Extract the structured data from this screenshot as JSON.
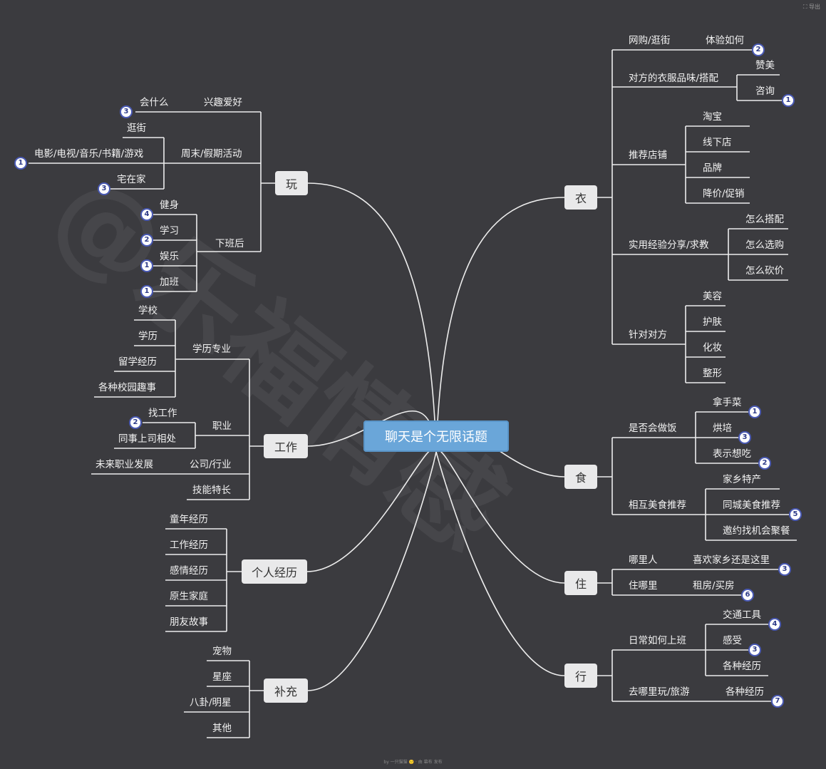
{
  "watermark": "@乐福情感",
  "corner_label": "导出",
  "footer_text": "by 一只猫猫 🙂  · 由 幕布 发布",
  "root": {
    "label": "聊天是个无限话题"
  },
  "branches": [
    {
      "label": "玩",
      "children": [
        {
          "label": "兴趣爱好",
          "children": [
            {
              "label": "会什么",
              "badge": "3"
            }
          ]
        },
        {
          "label": "周末/假期活动",
          "children": [
            {
              "label": "逛街"
            },
            {
              "label": "电影/电视/音乐/书籍/游戏",
              "badge": "1"
            },
            {
              "label": "宅在家",
              "badge": "3"
            }
          ]
        },
        {
          "label": "下班后",
          "children": [
            {
              "label": "健身",
              "badge": "4"
            },
            {
              "label": "学习",
              "badge": "2"
            },
            {
              "label": "娱乐",
              "badge": "1"
            },
            {
              "label": "加班",
              "badge": "1"
            }
          ]
        }
      ]
    },
    {
      "label": "工作",
      "children": [
        {
          "label": "学历专业",
          "children": [
            {
              "label": "学校"
            },
            {
              "label": "学历"
            },
            {
              "label": "留学经历"
            },
            {
              "label": "各种校园趣事"
            }
          ]
        },
        {
          "label": "职业",
          "children": [
            {
              "label": "找工作",
              "badge": "2"
            },
            {
              "label": "同事上司相处"
            }
          ]
        },
        {
          "label": "公司/行业",
          "children": [
            {
              "label": "未来职业发展"
            }
          ]
        },
        {
          "label": "技能特长"
        }
      ]
    },
    {
      "label": "个人经历",
      "children": [
        {
          "label": "童年经历"
        },
        {
          "label": "工作经历"
        },
        {
          "label": "感情经历"
        },
        {
          "label": "原生家庭"
        },
        {
          "label": "朋友故事"
        }
      ]
    },
    {
      "label": "补充",
      "children": [
        {
          "label": "宠物"
        },
        {
          "label": "星座"
        },
        {
          "label": "八卦/明星"
        },
        {
          "label": "其他"
        }
      ]
    },
    {
      "label": "衣",
      "children": [
        {
          "label": "网购/逛街",
          "children": [
            {
              "label": "体验如何",
              "badge": "2"
            }
          ]
        },
        {
          "label": "对方的衣服品味/搭配",
          "children": [
            {
              "label": "赞美"
            },
            {
              "label": "咨询",
              "badge": "1"
            }
          ]
        },
        {
          "label": "推荐店铺",
          "children": [
            {
              "label": "淘宝"
            },
            {
              "label": "线下店"
            },
            {
              "label": "品牌"
            },
            {
              "label": "降价/促销"
            }
          ]
        },
        {
          "label": "实用经验分享/求教",
          "children": [
            {
              "label": "怎么搭配"
            },
            {
              "label": "怎么选购"
            },
            {
              "label": "怎么砍价"
            }
          ]
        },
        {
          "label": "针对对方",
          "children": [
            {
              "label": "美容"
            },
            {
              "label": "护肤"
            },
            {
              "label": "化妆"
            },
            {
              "label": "整形"
            }
          ]
        }
      ]
    },
    {
      "label": "食",
      "children": [
        {
          "label": "是否会做饭",
          "children": [
            {
              "label": "拿手菜",
              "badge": "1"
            },
            {
              "label": "烘培",
              "badge": "3"
            },
            {
              "label": "表示想吃",
              "badge": "2"
            }
          ]
        },
        {
          "label": "相互美食推荐",
          "children": [
            {
              "label": "家乡特产"
            },
            {
              "label": "同城美食推荐",
              "badge": "5"
            },
            {
              "label": "邀约找机会聚餐"
            }
          ]
        }
      ]
    },
    {
      "label": "住",
      "children": [
        {
          "label": "哪里人",
          "children": [
            {
              "label": "喜欢家乡还是这里",
              "badge": "3"
            }
          ]
        },
        {
          "label": "住哪里",
          "children": [
            {
              "label": "租房/买房",
              "badge": "6"
            }
          ]
        }
      ]
    },
    {
      "label": "行",
      "children": [
        {
          "label": "日常如何上班",
          "children": [
            {
              "label": "交通工具",
              "badge": "4"
            },
            {
              "label": "感受",
              "badge": "3"
            },
            {
              "label": "各种经历"
            }
          ]
        },
        {
          "label": "去哪里玩/旅游",
          "children": [
            {
              "label": "各种经历",
              "badge": "7"
            }
          ]
        }
      ]
    }
  ]
}
